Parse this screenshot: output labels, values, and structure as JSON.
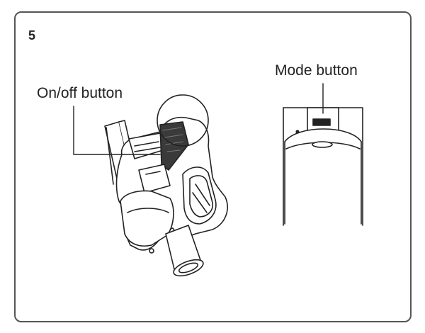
{
  "step": {
    "number": "5"
  },
  "callouts": {
    "on_off": "On/off button",
    "mode": "Mode button"
  },
  "colors": {
    "line": "#222222",
    "frame": "#555555",
    "shade": "#3a3a3a",
    "fill": "#ffffff"
  }
}
